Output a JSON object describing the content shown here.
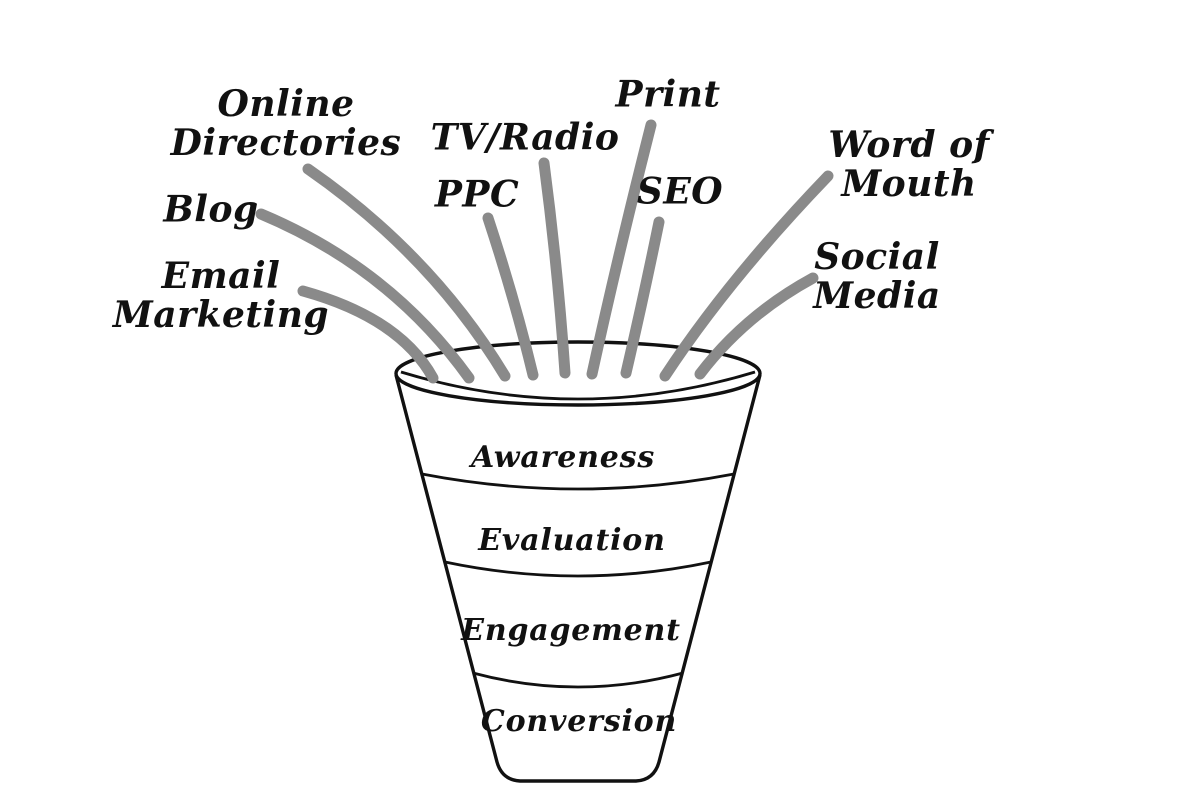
{
  "diagram": {
    "type": "marketing-funnel",
    "colors": {
      "background": "#ffffff",
      "outline": "#111111",
      "ray": "#8a8a8a"
    },
    "channels": [
      {
        "id": "email-marketing",
        "label": "Email\nMarketing"
      },
      {
        "id": "blog",
        "label": "Blog"
      },
      {
        "id": "online-directories",
        "label": "Online\nDirectories"
      },
      {
        "id": "ppc",
        "label": "PPC"
      },
      {
        "id": "tv-radio",
        "label": "TV/Radio"
      },
      {
        "id": "print",
        "label": "Print"
      },
      {
        "id": "seo",
        "label": "SEO"
      },
      {
        "id": "word-of-mouth",
        "label": "Word of\nMouth"
      },
      {
        "id": "social-media",
        "label": "Social\nMedia"
      }
    ],
    "stages": [
      {
        "id": "awareness",
        "label": "Awareness"
      },
      {
        "id": "evaluation",
        "label": "Evaluation"
      },
      {
        "id": "engagement",
        "label": "Engagement"
      },
      {
        "id": "conversion",
        "label": "Conversion"
      }
    ]
  }
}
